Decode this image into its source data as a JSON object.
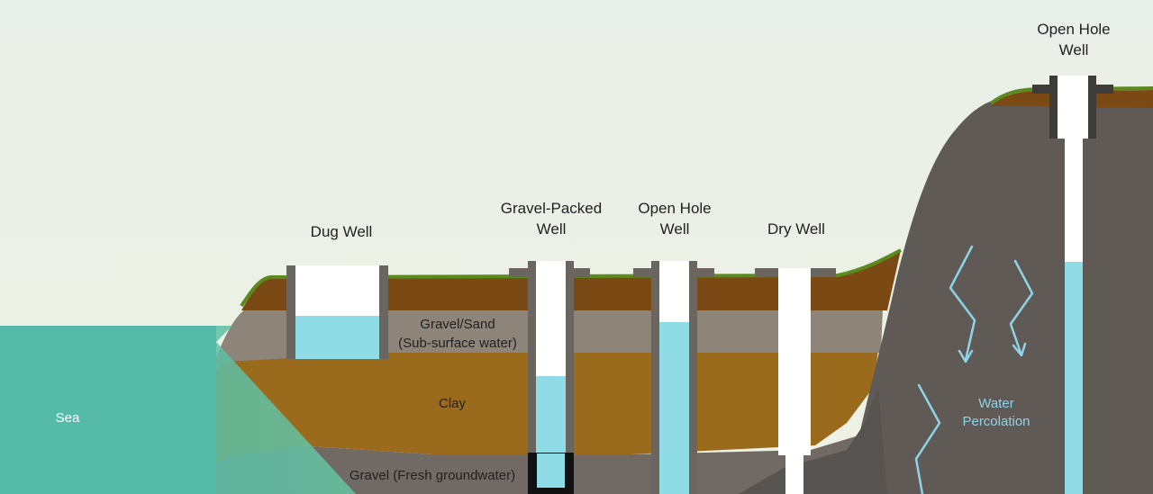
{
  "labels": {
    "sea": "Sea",
    "dug_well": "Dug Well",
    "gravel_packed_well": [
      "Gravel-Packed",
      "Well"
    ],
    "open_hole_well_center": [
      "Open Hole",
      "Well"
    ],
    "dry_well": "Dry Well",
    "open_hole_well_hill": [
      "Open Hole",
      "Well"
    ],
    "gravel_sand_layer": [
      "Gravel/Sand",
      "(Sub-surface water)"
    ],
    "clay_layer": "Clay",
    "gravel_layer": "Gravel (Fresh groundwater)",
    "water_percolation": [
      "Water",
      "Percolation"
    ]
  },
  "colors": {
    "sky": "#e8efe6",
    "sea": "#5cbfa6",
    "topsoil": "#7a4a14",
    "grass": "#5a8a1e",
    "gravel_sand": "#8c8278",
    "clay": "#9a6a1e",
    "gravel": "#6e6660",
    "rock": "#5e5a55",
    "water": "#8fdbe6",
    "casing": "#6b6560"
  }
}
